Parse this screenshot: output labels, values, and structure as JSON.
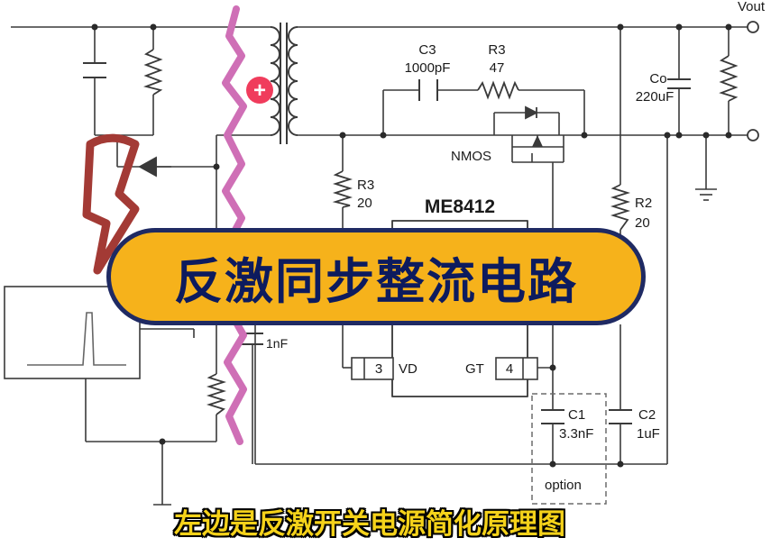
{
  "diagram": {
    "title": "反激同步整流电路",
    "subtitle": "左边是反激开关电源简化原理图",
    "chip": {
      "name": "ME8412",
      "pin3_num": "3",
      "pin3_name": "VD",
      "pin4_num": "4",
      "pin4_name": "GT"
    },
    "labels": {
      "vout": "Vout",
      "c3_name": "C3",
      "c3_value": "1000pF",
      "r3a_name": "R3",
      "r3a_value": "47",
      "co_name": "Co",
      "co_value": "220uF",
      "nmos": "NMOS",
      "r3b_name": "R3",
      "r3b_value": "20",
      "r2_name": "R2",
      "r2_value": "20",
      "c4_value": "1nF",
      "c1_name": "C1",
      "c1_value": "3.3nF",
      "c2_name": "C2",
      "c2_value": "1uF",
      "option": "option",
      "plus_sign": "+"
    },
    "colors": {
      "banner_fill": "#f6b21b",
      "banner_text": "#0d1b5e",
      "zigzag": "#cf6fb6",
      "arrow": "#a33a35",
      "plus_badge": "#f03c5c",
      "subtitle_text": "#f5d21a"
    }
  }
}
